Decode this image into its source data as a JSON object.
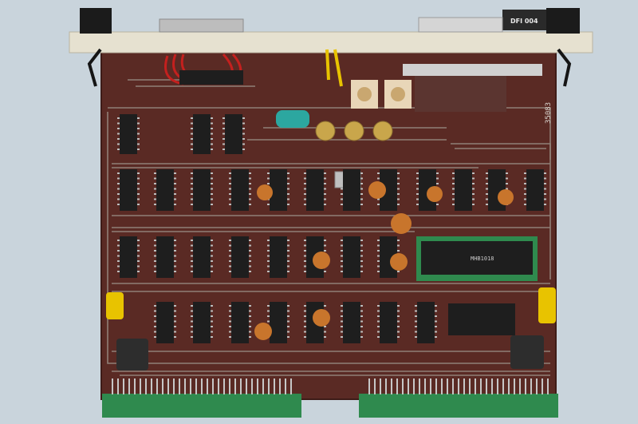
{
  "photo": {
    "subject": "",
    "front_panel_label": "DFI 004",
    "serial_number": "35083",
    "large_chip_label": "MHB1018",
    "colors": {
      "background": "#c9d4dc",
      "pcb": "#5a2a24",
      "trace": "#9a8f86",
      "front_panel": "#e6e1d0",
      "edge_connector": "#2f8a4e",
      "chip": "#1e1e1e",
      "capacitor_orange": "#c8752c",
      "capacitor_yellow": "#e8c300"
    }
  }
}
